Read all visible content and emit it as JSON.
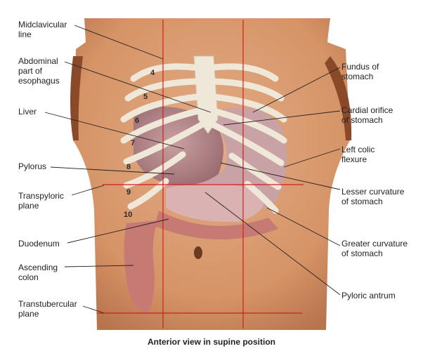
{
  "labels_left": {
    "midclavicular": [
      "Midclavicular",
      "line"
    ],
    "abdominal_esophagus": [
      "Abdominal",
      "part of",
      "esophagus"
    ],
    "liver": [
      "Liver"
    ],
    "pylorus": [
      "Pylorus"
    ],
    "transpyloric": [
      "Transpyloric",
      "plane"
    ],
    "duodenum": [
      "Duodenum"
    ],
    "ascending_colon": [
      "Ascending",
      "colon"
    ],
    "transtubercular": [
      "Transtubercular",
      "plane"
    ]
  },
  "labels_right": {
    "fundus": [
      "Fundus of",
      "stomach"
    ],
    "cardial_orifice": [
      "Cardial orifice",
      "of stomach"
    ],
    "left_colic": [
      "Left colic",
      "flexure"
    ],
    "lesser_curvature": [
      "Lesser curvature",
      "of stomach"
    ],
    "greater_curvature": [
      "Greater curvature",
      "of stomach"
    ],
    "pyloric_antrum": [
      "Pyloric antrum"
    ]
  },
  "rib_numbers": [
    "4",
    "5",
    "6",
    "7",
    "8",
    "9",
    "10"
  ],
  "caption": "Anterior view in supine position",
  "colors": {
    "skin": "#d79a73",
    "skin_dark": "#b86f47",
    "rib": "#efe7d8",
    "organ": "#b98a8e",
    "colon": "#c77a73",
    "plane_line": "#d01e1e",
    "leader": "#222222"
  }
}
